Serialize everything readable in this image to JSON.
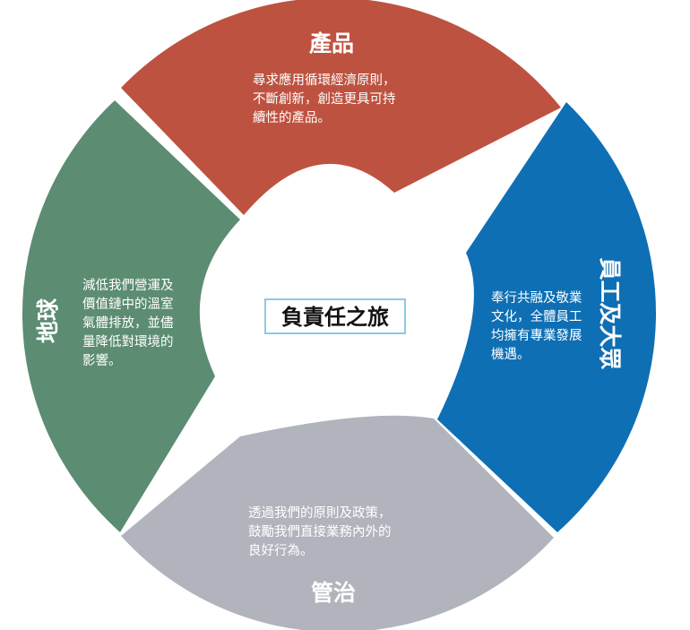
{
  "center": {
    "title": "負責任之旅"
  },
  "sections": [
    {
      "id": "product",
      "title": "產品",
      "color": "#BE5240",
      "lines": [
        "尋求應用循環經濟原則，",
        "不斷創新，創造更具可持",
        "續性的產品。"
      ]
    },
    {
      "id": "people",
      "title": "員工及大眾",
      "color": "#0E6FB4",
      "lines": [
        "奉行共融及敬業",
        "文化，全體員工",
        "均擁有專業發展",
        "機遇。"
      ]
    },
    {
      "id": "governance",
      "title": "管治",
      "color": "#B1B4BD",
      "lines": [
        "透過我們的原則及政策，",
        "鼓勵我們直接業務內外的",
        "良好行為。"
      ]
    },
    {
      "id": "planet",
      "title": "地球",
      "color": "#5C8C72",
      "lines": [
        "減低我們營運及",
        "價值鏈中的溫室",
        "氣體排放，並儘",
        "量降低對環境的",
        "影響。"
      ]
    }
  ]
}
